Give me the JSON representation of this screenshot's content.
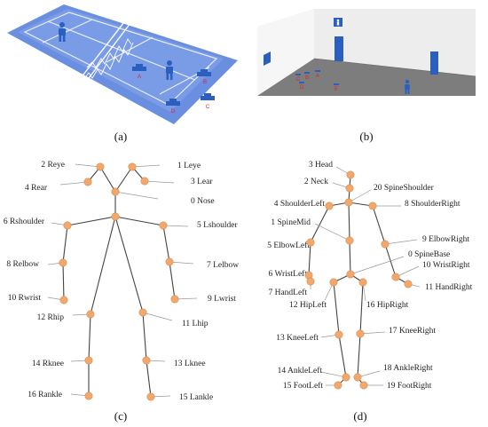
{
  "panels": {
    "a": {
      "label": "(a)",
      "markers": [
        "A",
        "B",
        "C",
        "D"
      ]
    },
    "b": {
      "label": "(b)",
      "markers": [
        "C",
        "B",
        "A",
        "D",
        "E"
      ]
    },
    "c": {
      "label": "(c)",
      "keypoints": [
        {
          "id": "nose",
          "label": "0 Nose"
        },
        {
          "id": "leye",
          "label": "1 Leye"
        },
        {
          "id": "reye",
          "label": "2 Reye"
        },
        {
          "id": "lear",
          "label": "3 Lear"
        },
        {
          "id": "rear",
          "label": "4 Rear"
        },
        {
          "id": "lshoulder",
          "label": "5 Lshoulder"
        },
        {
          "id": "rshoulder",
          "label": "6 Rshoulder"
        },
        {
          "id": "lelbow",
          "label": "7 Lelbow"
        },
        {
          "id": "relbow",
          "label": "8 Relbow"
        },
        {
          "id": "lwrist",
          "label": "9 Lwrist"
        },
        {
          "id": "rwrist",
          "label": "10 Rwrist"
        },
        {
          "id": "lhip",
          "label": "11 Lhip"
        },
        {
          "id": "rhip",
          "label": "12 Rhip"
        },
        {
          "id": "lknee",
          "label": "13 Lknee"
        },
        {
          "id": "rknee",
          "label": "14 Rknee"
        },
        {
          "id": "lankle",
          "label": "15 Lankle"
        },
        {
          "id": "rankle",
          "label": "16 Rankle"
        }
      ]
    },
    "d": {
      "label": "(d)",
      "keypoints": [
        {
          "id": "spinebase",
          "label": "0 SpineBase"
        },
        {
          "id": "spinemid",
          "label": "1 SpineMid"
        },
        {
          "id": "neck",
          "label": "2 Neck"
        },
        {
          "id": "head",
          "label": "3 Head"
        },
        {
          "id": "shoulderleft",
          "label": "4 ShoulderLeft"
        },
        {
          "id": "elbowleft",
          "label": "5 ElbowLeft"
        },
        {
          "id": "wristleft",
          "label": "6 WristLeft"
        },
        {
          "id": "handleft",
          "label": "7 HandLeft"
        },
        {
          "id": "shoulderright",
          "label": "8 ShoulderRight"
        },
        {
          "id": "elbowright",
          "label": "9 ElbowRight"
        },
        {
          "id": "wristright",
          "label": "10 WristRight"
        },
        {
          "id": "handright",
          "label": "11 HandRight"
        },
        {
          "id": "hipleft",
          "label": "12 HipLeft"
        },
        {
          "id": "kneeleft",
          "label": "13 KneeLeft"
        },
        {
          "id": "ankleleft",
          "label": "14 AnkleLeft"
        },
        {
          "id": "footleft",
          "label": "15 FootLeft"
        },
        {
          "id": "hipright",
          "label": "16 HipRight"
        },
        {
          "id": "kneeright",
          "label": "17 KneeRight"
        },
        {
          "id": "ankleright",
          "label": "18 AnkleRight"
        },
        {
          "id": "footright",
          "label": "19 FootRight"
        },
        {
          "id": "spineshoulder",
          "label": "20 SpineShoulder"
        }
      ]
    }
  }
}
